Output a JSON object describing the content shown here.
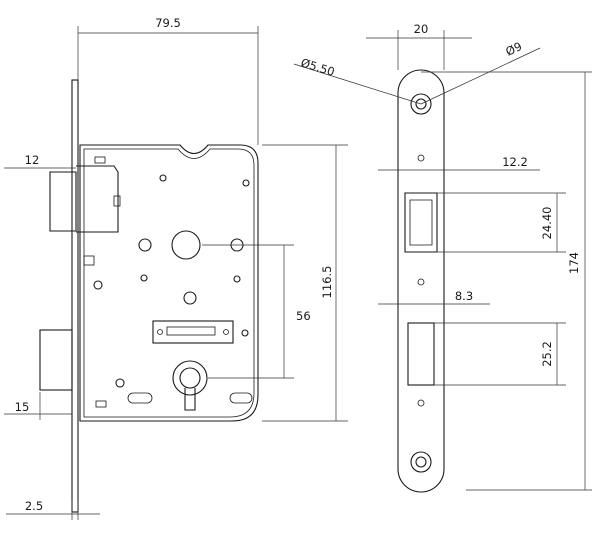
{
  "drawing": {
    "colors": {
      "line": "#1a1a1a",
      "dimension": "#333333",
      "background": "#ffffff"
    },
    "labels": {
      "width_body": "79.5",
      "latch_depth": "12",
      "bolt_offset": "15",
      "plate_thickness": "2.5",
      "body_height": "116.5",
      "backset": "56",
      "faceplate_width": "20",
      "screw_hole": "Ø5.50",
      "screw_head": "Ø9",
      "latch_window_width": "12.2",
      "latch_window_height": "24.40",
      "bolt_window_width": "8.3",
      "bolt_window_height": "25.2",
      "faceplate_height": "174"
    }
  }
}
